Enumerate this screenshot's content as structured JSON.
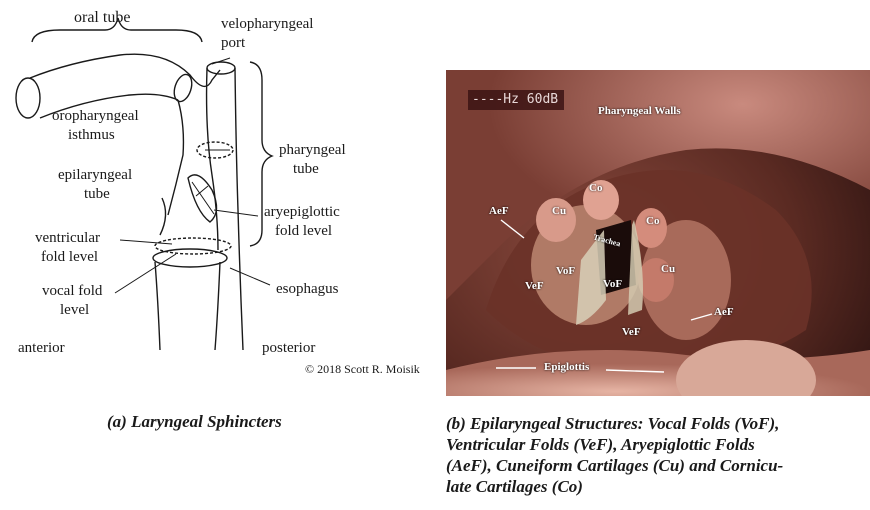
{
  "panel_a": {
    "labels": {
      "oral_tube": "oral tube",
      "velopharyngeal_1": "velopharyngeal",
      "velopharyngeal_2": "port",
      "oropharyngeal_1": "oropharyngeal",
      "oropharyngeal_2": "isthmus",
      "pharyngeal_1": "pharyngeal",
      "pharyngeal_2": "tube",
      "epilaryngeal_1": "epilaryngeal",
      "epilaryngeal_2": "tube",
      "aryepiglottic_1": "aryepiglottic",
      "aryepiglottic_2": "fold level",
      "ventricular_1": "ventricular",
      "ventricular_2": "fold level",
      "vocal_1": "vocal fold",
      "vocal_2": "level",
      "esophagus": "esophagus",
      "anterior": "anterior",
      "posterior": "posterior"
    },
    "copyright": "© 2018 Scott R. Moisik",
    "caption": "(a) Laryngeal Sphincters"
  },
  "panel_b": {
    "hud": "----Hz  60dB",
    "labels": {
      "pharyngeal_walls": "Pharyngeal Walls",
      "aef_left": "AeF",
      "aef_right": "AeF",
      "cu_left": "Cu",
      "cu_right": "Cu",
      "co_left": "Co",
      "co_right": "Co",
      "trachea": "Trachea",
      "vof_left": "VoF",
      "vof_right": "VoF",
      "vef_left": "VeF",
      "vef_right": "VeF",
      "epiglottis": "Epiglottis"
    },
    "caption_lines": [
      "(b) Epilaryngeal Structures: Vocal Folds (VoF),",
      "Ventricular Folds (VeF), Aryepiglottic Folds",
      "(AeF), Cuneiform Cartilages (Cu) and Cornicu-",
      "late Cartilages (Co)"
    ]
  }
}
